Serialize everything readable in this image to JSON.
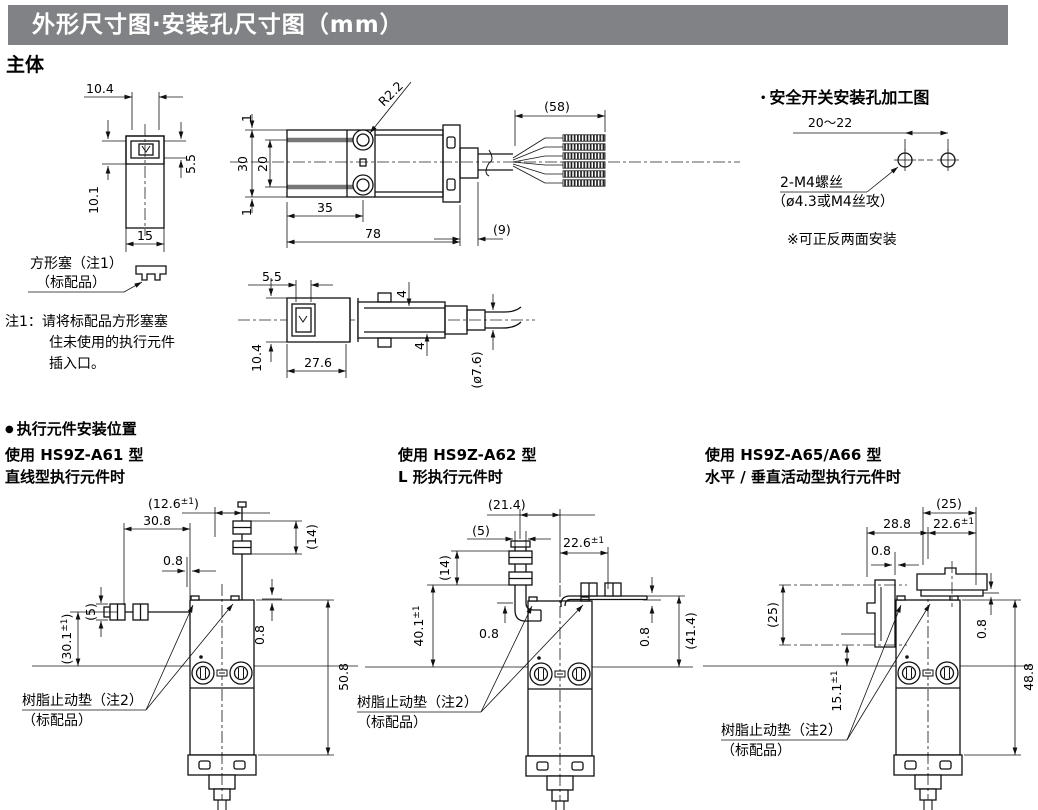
{
  "header": {
    "title": "外形尺寸图·安装孔尺寸图（mm）"
  },
  "sections": {
    "main": "主体",
    "actuator_bullet": "●",
    "actuator_title": "执行元件安装位置"
  },
  "front_view": {
    "dim_top": "10.4",
    "dim_left": "10.1",
    "dim_right": "5.5",
    "dim_bottom": "15"
  },
  "plug": {
    "label1": "方形塞（注1）",
    "label2": "（标配品）"
  },
  "note1": {
    "l1": "注1：请将标配品方形塞塞",
    "l2": "住未使用的执行元件",
    "l3": "插入口。"
  },
  "top_view": {
    "dim_1t": "1",
    "dim_30": "30",
    "dim_20": "20",
    "dim_1b": "1",
    "radius": "R2.2",
    "dim_35": "35",
    "dim_78": "78",
    "dim_9": "(9)",
    "dim_58": "(58)"
  },
  "side_view": {
    "dim_55": "5.5",
    "dim_4t": "4",
    "dim_4b": "4",
    "dim_276": "27.6",
    "dim_104": "10.4",
    "dim_dia": "(ø7.6)"
  },
  "mounting": {
    "bullet": "•",
    "title": "安全开关安装孔加工图",
    "dim_span": "20～22",
    "screw1": "2-M4螺丝",
    "screw2": "（ø4.3或M4丝攻）",
    "note": "※可正反两面安装"
  },
  "actuators": [
    {
      "heading1": "使用 HS9Z-A61 型",
      "heading2": "直线型执行元件时",
      "top_ref": {
        "pre": "(12.6",
        "tol": "±1",
        "post": ")"
      },
      "width": {
        "pre": "30.8",
        "tol": "",
        "post": ""
      },
      "gap_left": {
        "pre": "0.8",
        "tol": "",
        "post": ""
      },
      "act_h": {
        "pre": "(5)",
        "tol": "",
        "post": ""
      },
      "side_len": {
        "pre": "(30.1",
        "tol": "±1",
        "post": ")"
      },
      "rib_span": {
        "pre": "(14)",
        "tol": "",
        "post": ""
      },
      "gap_right": {
        "pre": "0.8",
        "tol": "",
        "post": ""
      },
      "height": {
        "pre": "50.8",
        "tol": "",
        "post": ""
      },
      "stopper1": "树脂止动垫（注2）",
      "stopper2": "（标配品）"
    },
    {
      "heading1": "使用 HS9Z-A62 型",
      "heading2": "L 形执行元件时",
      "top_ref": {
        "pre": "(21.4)",
        "tol": "",
        "post": ""
      },
      "act_h": {
        "pre": "(5)",
        "tol": "",
        "post": ""
      },
      "width": {
        "pre": "22.6",
        "tol": "±1",
        "post": ""
      },
      "rib_span": {
        "pre": "(14)",
        "tol": "",
        "post": ""
      },
      "side_len": {
        "pre": "40.1",
        "tol": "±1",
        "post": ""
      },
      "gap_left": {
        "pre": "0.8",
        "tol": "",
        "post": ""
      },
      "gap_right": {
        "pre": "0.8",
        "tol": "",
        "post": ""
      },
      "height": {
        "pre": "(41.4)",
        "tol": "",
        "post": ""
      },
      "stopper1": "树脂止动垫（注2）",
      "stopper2": "（标配品）"
    },
    {
      "heading1": "使用 HS9Z-A65/A66 型",
      "heading2": "水平 / 垂直活动型执行元件时",
      "top_ref": {
        "pre": "(25)",
        "tol": "",
        "post": ""
      },
      "width": {
        "pre": "28.8",
        "tol": "",
        "post": ""
      },
      "width2": {
        "pre": "22.6",
        "tol": "±1",
        "post": ""
      },
      "gap_left": {
        "pre": "0.8",
        "tol": "",
        "post": ""
      },
      "side_len": {
        "pre": "(25)",
        "tol": "",
        "post": ""
      },
      "side_len2": {
        "pre": "15.1",
        "tol": "±1",
        "post": ""
      },
      "gap_right": {
        "pre": "0.8",
        "tol": "",
        "post": ""
      },
      "height": {
        "pre": "48.8",
        "tol": "",
        "post": ""
      },
      "stopper1": "树脂止动垫（注2）",
      "stopper2": "（标配品）"
    }
  ]
}
